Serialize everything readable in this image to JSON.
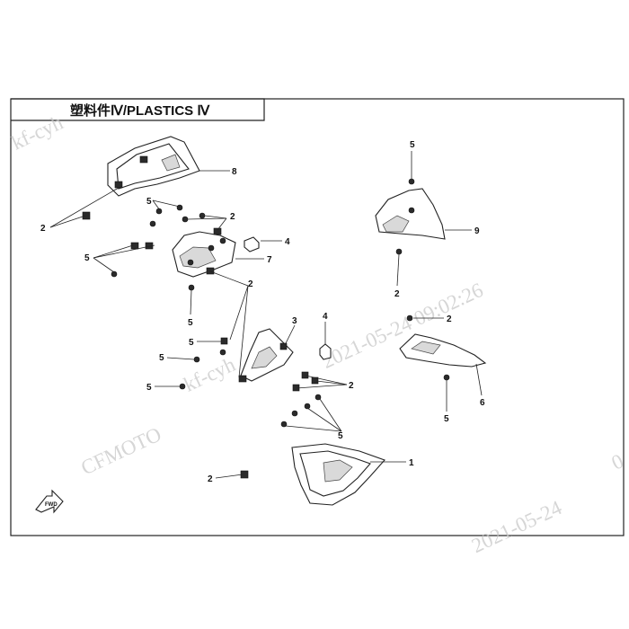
{
  "title": "塑料件Ⅳ/PLASTICS Ⅳ",
  "watermarks": {
    "corner": "kf-cyh",
    "brand": "CFMOTO",
    "brand_suffix": "kf-cyh",
    "datetime": "2021-05-24 09:02:26",
    "date_bottom": "2021-05-24",
    "date_right": "0"
  },
  "fwd_label": "FWD",
  "callouts": {
    "c1": "1",
    "c2a": "2",
    "c2b": "2",
    "c2c": "2",
    "c2d": "2",
    "c2e": "2",
    "c2f": "2",
    "c2g": "2",
    "c3": "3",
    "c4a": "4",
    "c4b": "4",
    "c5a": "5",
    "c5b": "5",
    "c5c": "5",
    "c5d": "5",
    "c5e": "5",
    "c5f": "5",
    "c5g": "5",
    "c5h": "5",
    "c5i": "5",
    "c6": "6",
    "c7": "7",
    "c8": "8",
    "c9": "9"
  }
}
